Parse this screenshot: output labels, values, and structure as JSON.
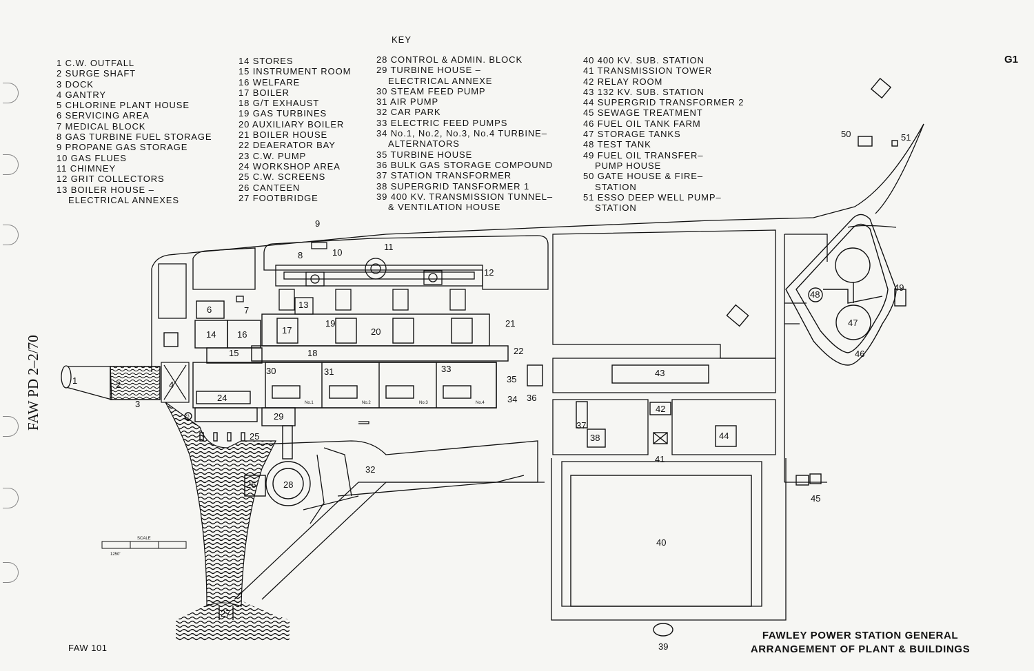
{
  "header": {
    "key_heading": "KEY",
    "page_code": "G1"
  },
  "key": {
    "column1": [
      {
        "text": "1 C.W. OUTFALL"
      },
      {
        "text": "2 SURGE SHAFT"
      },
      {
        "text": "3 DOCK"
      },
      {
        "text": "4 GANTRY"
      },
      {
        "text": "5 CHLORINE PLANT HOUSE"
      },
      {
        "text": "6 SERVICING AREA"
      },
      {
        "text": "7 MEDICAL BLOCK"
      },
      {
        "text": "8 GAS TURBINE FUEL STORAGE"
      },
      {
        "text": "9 PROPANE GAS STORAGE"
      },
      {
        "text": "10 GAS FLUES"
      },
      {
        "text": "11 CHIMNEY"
      },
      {
        "text": "12 GRIT COLLECTORS"
      },
      {
        "text": "13 BOILER HOUSE –"
      },
      {
        "text": "ELECTRICAL ANNEXES",
        "cont": true
      }
    ],
    "column2": [
      {
        "text": "14 STORES"
      },
      {
        "text": "15 INSTRUMENT ROOM"
      },
      {
        "text": "16 WELFARE"
      },
      {
        "text": "17 BOILER"
      },
      {
        "text": "18 G/T EXHAUST"
      },
      {
        "text": "19 GAS TURBINES"
      },
      {
        "text": "20 AUXILIARY BOILER"
      },
      {
        "text": "21 BOILER HOUSE"
      },
      {
        "text": "22 DEAERATOR BAY"
      },
      {
        "text": "23 C.W. PUMP"
      },
      {
        "text": "24 WORKSHOP AREA"
      },
      {
        "text": "25 C.W. SCREENS"
      },
      {
        "text": "26 CANTEEN"
      },
      {
        "text": "27 FOOTBRIDGE"
      }
    ],
    "column3": [
      {
        "text": "28 CONTROL & ADMIN. BLOCK"
      },
      {
        "text": "29 TURBINE HOUSE –"
      },
      {
        "text": "ELECTRICAL ANNEXE",
        "cont": true
      },
      {
        "text": "30 STEAM FEED PUMP"
      },
      {
        "text": "31 AIR PUMP"
      },
      {
        "text": "32 CAR PARK"
      },
      {
        "text": "33 ELECTRIC FEED PUMPS"
      },
      {
        "text": "34 No.1, No.2, No.3, No.4 TURBINE–"
      },
      {
        "text": "ALTERNATORS",
        "cont": true
      },
      {
        "text": "35 TURBINE HOUSE"
      },
      {
        "text": "36 BULK GAS STORAGE COMPOUND"
      },
      {
        "text": "37 STATION TRANSFORMER"
      },
      {
        "text": "38 SUPERGRID TANSFORMER 1"
      },
      {
        "text": "39 400 KV. TRANSMISSION TUNNEL–"
      },
      {
        "text": "& VENTILATION HOUSE",
        "cont": true
      }
    ],
    "column4": [
      {
        "text": "40 400 KV. SUB. STATION"
      },
      {
        "text": "41 TRANSMISSION TOWER"
      },
      {
        "text": "42 RELAY ROOM"
      },
      {
        "text": "43 132 KV. SUB. STATION"
      },
      {
        "text": "44 SUPERGRID TRANSFORMER 2"
      },
      {
        "text": "45 SEWAGE TREATMENT"
      },
      {
        "text": "46 FUEL OIL TANK FARM"
      },
      {
        "text": "47 STORAGE TANKS"
      },
      {
        "text": "48 TEST TANK"
      },
      {
        "text": "49 FUEL OIL TRANSFER–"
      },
      {
        "text": "PUMP HOUSE",
        "cont": true
      },
      {
        "text": "50 GATE HOUSE & FIRE–"
      },
      {
        "text": "STATION",
        "cont": true
      },
      {
        "text": "51 ESSO DEEP WELL PUMP–"
      },
      {
        "text": "STATION",
        "cont": true
      }
    ]
  },
  "side_reference": "FAW PD   2–2/70",
  "footer": {
    "drawing_no": "FAW 101",
    "title_line1": "FAWLEY POWER STATION GENERAL",
    "title_line2": "ARRANGEMENT OF PLANT & BUILDINGS"
  },
  "scale": {
    "label": "SCALE",
    "value": "1250'"
  },
  "plan_labels": {
    "n1": "1",
    "n2": "2",
    "n3": "3",
    "n4": "4",
    "n6": "6",
    "n7": "7",
    "n8": "8",
    "n9": "9",
    "n10": "10",
    "n11": "11",
    "n12": "12",
    "n13": "13",
    "n14": "14",
    "n15": "15",
    "n16": "16",
    "n17": "17",
    "n18": "18",
    "n19": "19",
    "n20": "20",
    "n21": "21",
    "n22": "22",
    "n23": "23",
    "n24": "24",
    "n25": "25",
    "n26": "26",
    "n27": "27",
    "n28": "28",
    "n29": "29",
    "n30": "30",
    "n31": "31",
    "n32": "32",
    "n33": "33",
    "n34": "34",
    "n35": "35",
    "n36": "36",
    "n37": "37",
    "n38": "38",
    "n39": "39",
    "n40": "40",
    "n41": "41",
    "n42": "42",
    "n43": "43",
    "n44": "44",
    "n45": "45",
    "n46": "46",
    "n47": "47",
    "n48": "48",
    "n49": "49",
    "n50": "50",
    "n51": "51",
    "unit1": "No.1",
    "unit2": "No.2",
    "unit3": "No.3",
    "unit4": "No.4"
  }
}
